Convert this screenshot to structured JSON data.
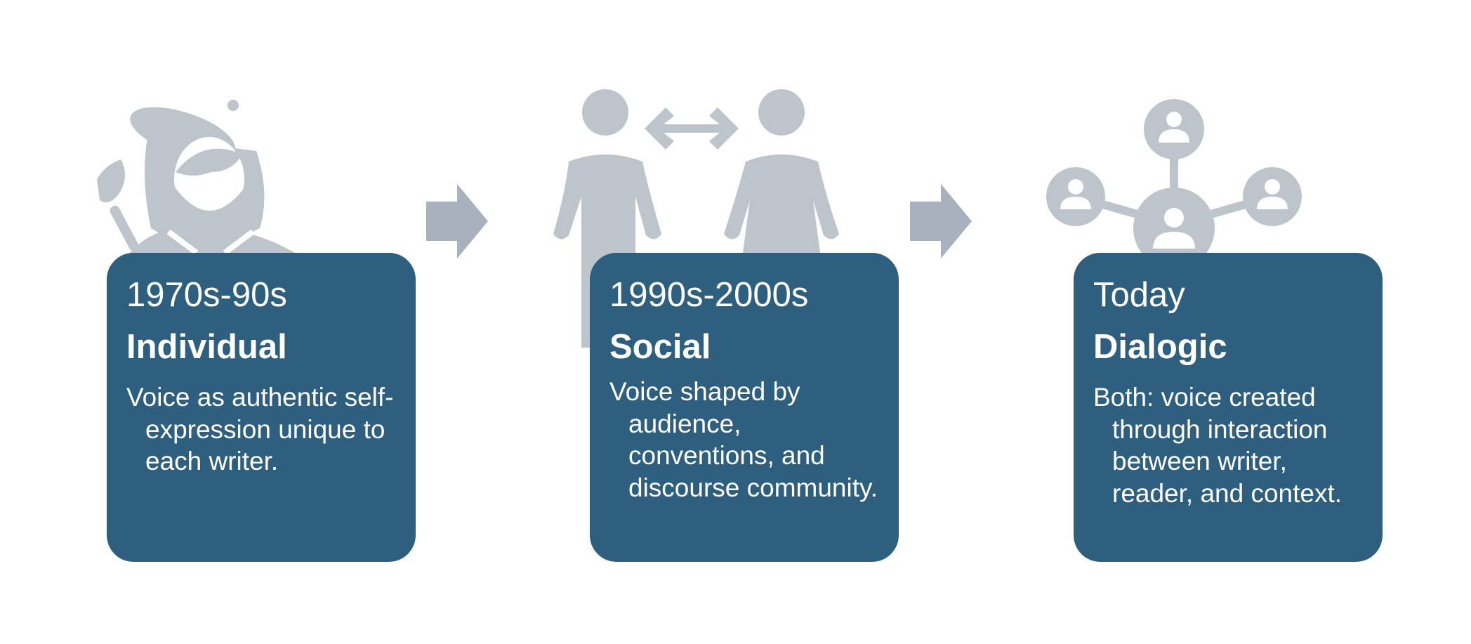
{
  "palette": {
    "card": "#2e5f7f",
    "icon": "#bec4cc",
    "arrow": "#a8b1bc",
    "card_text": "#ffffff"
  },
  "stages": [
    {
      "era": "1970s-90s",
      "title": "Individual",
      "description": "Voice as authentic self-expression unique to each writer.",
      "icon": "artist-person-icon"
    },
    {
      "era": "1990s-2000s",
      "title": "Social",
      "description": "Voice shaped by audience, conventions, and discourse community.",
      "icon": "two-people-exchange-icon"
    },
    {
      "era": "Today",
      "title": "Dialogic",
      "description": "Both: voice created through interaction between writer, reader, and context.",
      "icon": "network-people-icon"
    }
  ],
  "connectors": [
    "arrow-right-icon",
    "arrow-right-icon"
  ]
}
